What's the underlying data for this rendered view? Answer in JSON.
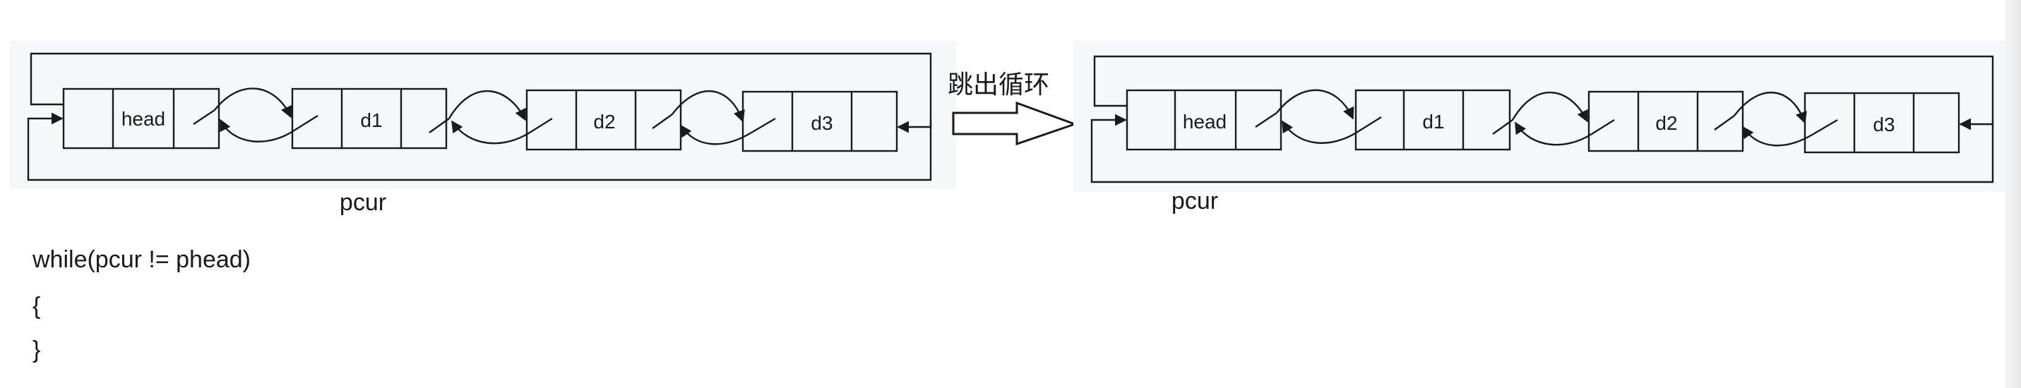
{
  "diagram": {
    "transition_label": "跳出循环",
    "before": {
      "nodes": [
        "head",
        "d1",
        "d2",
        "d3"
      ],
      "pointer_label": "pcur"
    },
    "after": {
      "nodes": [
        "head",
        "d1",
        "d2",
        "d3"
      ],
      "pointer_label": "pcur"
    }
  },
  "code": {
    "lines": [
      "while(pcur != phead)",
      "{",
      "}"
    ]
  }
}
